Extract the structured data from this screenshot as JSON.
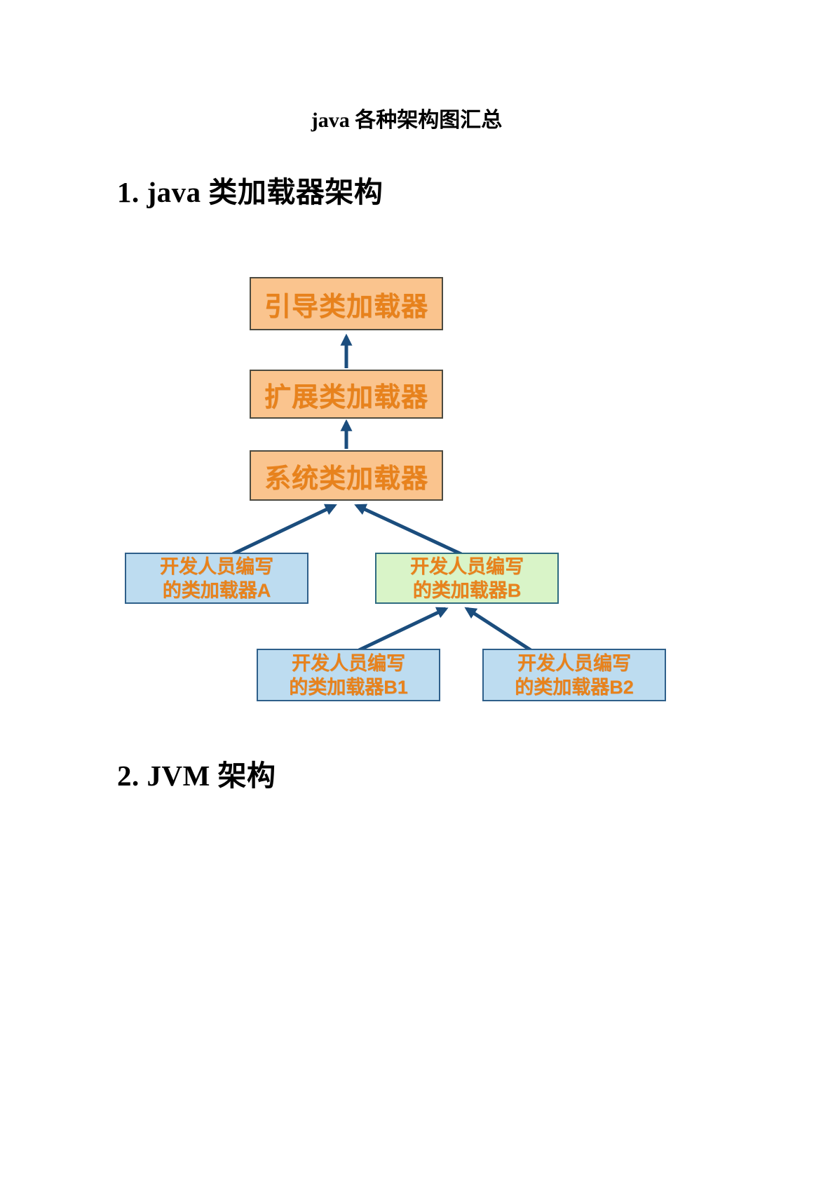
{
  "page": {
    "title": "java 各种架构图汇总",
    "section1_heading": "1. java 类加载器架构",
    "section2_heading": "2. JVM 架构"
  },
  "diagram": {
    "type": "hierarchy",
    "nodes": [
      {
        "id": "bootstrap",
        "label": "引导类加载器",
        "style": "orange"
      },
      {
        "id": "extension",
        "label": "扩展类加载器",
        "style": "orange"
      },
      {
        "id": "system",
        "label": "系统类加载器",
        "style": "orange"
      },
      {
        "id": "loaderA",
        "label": "开发人员编写\n的类加载器A",
        "style": "blue"
      },
      {
        "id": "loaderB",
        "label": "开发人员编写\n的类加载器B",
        "style": "green"
      },
      {
        "id": "loaderB1",
        "label": "开发人员编写\n的类加载器B1",
        "style": "blue"
      },
      {
        "id": "loaderB2",
        "label": "开发人员编写\n的类加载器B2",
        "style": "blue"
      }
    ],
    "edges": [
      {
        "from": "extension",
        "to": "bootstrap"
      },
      {
        "from": "system",
        "to": "extension"
      },
      {
        "from": "loaderA",
        "to": "system"
      },
      {
        "from": "loaderB",
        "to": "system"
      },
      {
        "from": "loaderB1",
        "to": "loaderB"
      },
      {
        "from": "loaderB2",
        "to": "loaderB"
      }
    ],
    "colors": {
      "orange_fill": "#fac48e",
      "orange_border": "#4c4a40",
      "blue_fill": "#bddcf0",
      "blue_border": "#2e5f8a",
      "green_fill": "#d9f4c8",
      "green_border": "#2e6b80",
      "label_text": "#e8821c",
      "arrow": "#1b4d7d"
    }
  }
}
